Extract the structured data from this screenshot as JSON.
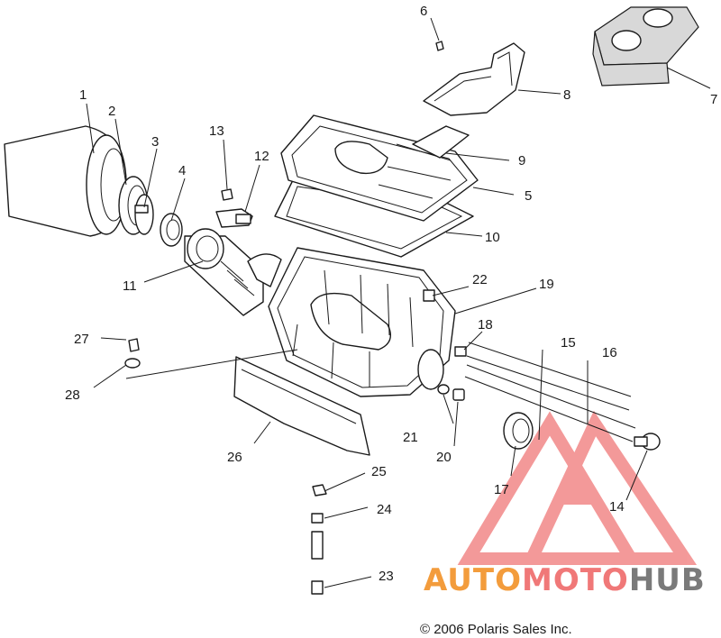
{
  "callouts": [
    {
      "n": "1"
    },
    {
      "n": "2"
    },
    {
      "n": "3"
    },
    {
      "n": "4"
    },
    {
      "n": "5"
    },
    {
      "n": "6"
    },
    {
      "n": "7"
    },
    {
      "n": "8"
    },
    {
      "n": "9"
    },
    {
      "n": "10"
    },
    {
      "n": "11"
    },
    {
      "n": "12"
    },
    {
      "n": "13"
    },
    {
      "n": "14"
    },
    {
      "n": "15"
    },
    {
      "n": "16"
    },
    {
      "n": "17"
    },
    {
      "n": "18"
    },
    {
      "n": "19"
    },
    {
      "n": "20"
    },
    {
      "n": "21"
    },
    {
      "n": "22"
    },
    {
      "n": "23"
    },
    {
      "n": "24"
    },
    {
      "n": "25"
    },
    {
      "n": "26"
    },
    {
      "n": "27"
    },
    {
      "n": "28"
    }
  ],
  "copyright": "© 2006 Polaris Sales Inc.",
  "watermark": {
    "part1": "AUTO",
    "part2": "MOTO",
    "part3": "HUB",
    "color_primary": "#f07878",
    "color_secondary": "#f39c3c",
    "color_gray": "#7a7a7a"
  }
}
